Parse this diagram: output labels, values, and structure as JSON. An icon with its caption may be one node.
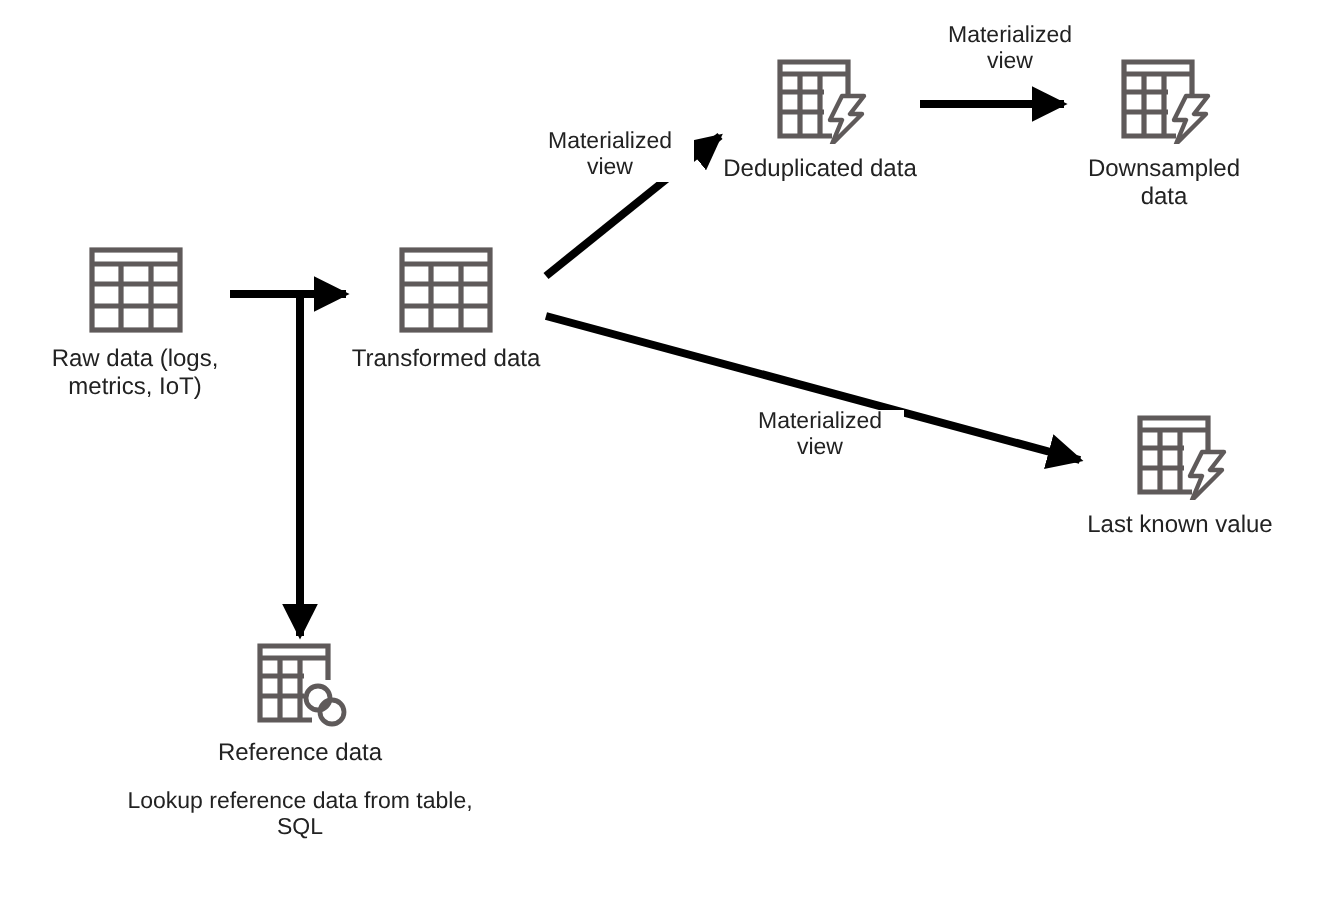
{
  "diagram": {
    "nodes": [
      {
        "text": [
          "Raw data (logs, metrics, IoT)"
        ]
      },
      {
        "text": [
          "Transformed data"
        ]
      },
      {
        "text": [
          "Deduplicated data"
        ]
      },
      {
        "text": [
          "Downsampled data"
        ]
      },
      {
        "text": [
          "Last known value"
        ]
      },
      {
        "text": [
          "Reference data",
          "Lookup reference data from table, SQL"
        ]
      }
    ],
    "edges": [
      {
        "from": 0,
        "to": 1,
        "arrow": "to"
      },
      {
        "from": 1,
        "to": 2,
        "arrow": "to",
        "label": "Materialized view"
      },
      {
        "from": 2,
        "to": 3,
        "arrow": "to",
        "label": "Materialized view"
      },
      {
        "from": 1,
        "to": 4,
        "arrow": "to",
        "label": "Materialized view"
      },
      {
        "from": 0,
        "to": 5,
        "arrow": "to"
      }
    ]
  }
}
